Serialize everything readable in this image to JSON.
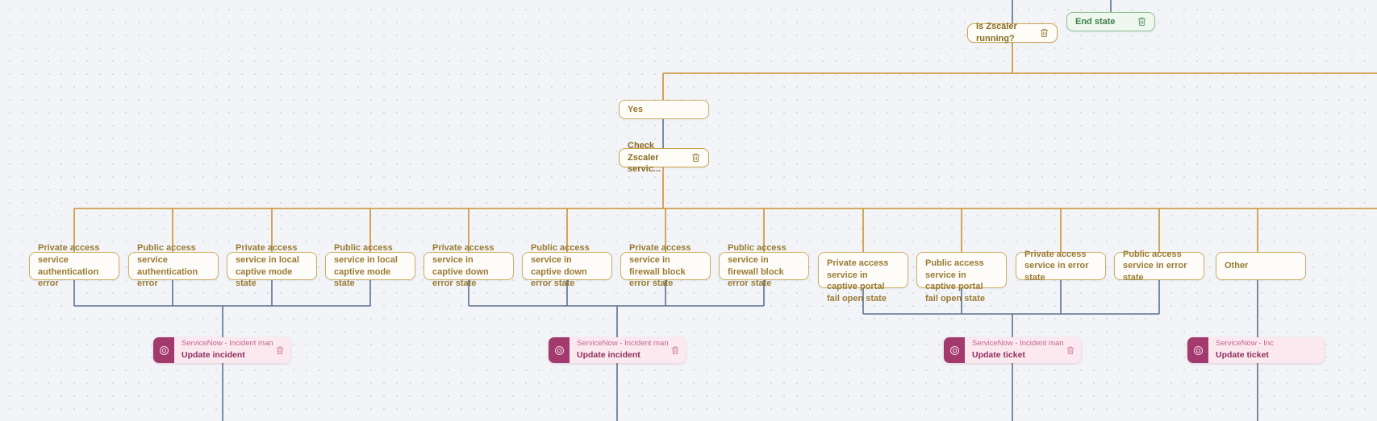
{
  "canvas": {
    "background": "#f2f4f8",
    "dot_color": "#d4d9e2",
    "edge_amber": "#c9922f",
    "edge_blue": "#5a7191"
  },
  "icons": {
    "trash": "trash-icon",
    "servicenow": "servicenow-icon"
  },
  "nodes": {
    "decision": {
      "label": "Is Zscaler running?"
    },
    "end_state": {
      "label": "End state"
    },
    "yes_branch": {
      "label": "Yes"
    },
    "check_service": {
      "label": "Check Zscaler servic..."
    },
    "other": {
      "label": "Other"
    }
  },
  "states": [
    {
      "label": "Private access service authentication error"
    },
    {
      "label": "Public access service authentication error"
    },
    {
      "label": "Private access service in local captive mode state"
    },
    {
      "label": "Public access service in local captive mode state"
    },
    {
      "label": "Private access service in captive down error state"
    },
    {
      "label": "Public access service in captive down error state"
    },
    {
      "label": "Private access service in firewall block error state"
    },
    {
      "label": "Public access service in firewall block error state"
    },
    {
      "label": "Private access service in captive portal fail open state"
    },
    {
      "label": "Public access service in captive portal fail open state"
    },
    {
      "label": "Private access service in error state"
    },
    {
      "label": "Public access service in error state"
    }
  ],
  "actions": [
    {
      "sub": "ServiceNow - Incident management",
      "main": "Update incident"
    },
    {
      "sub": "ServiceNow - Incident management",
      "main": "Update incident"
    },
    {
      "sub": "ServiceNow - Incident management",
      "main": "Update ticket"
    },
    {
      "sub": "ServiceNow - Inc",
      "main": "Update ticket"
    }
  ]
}
